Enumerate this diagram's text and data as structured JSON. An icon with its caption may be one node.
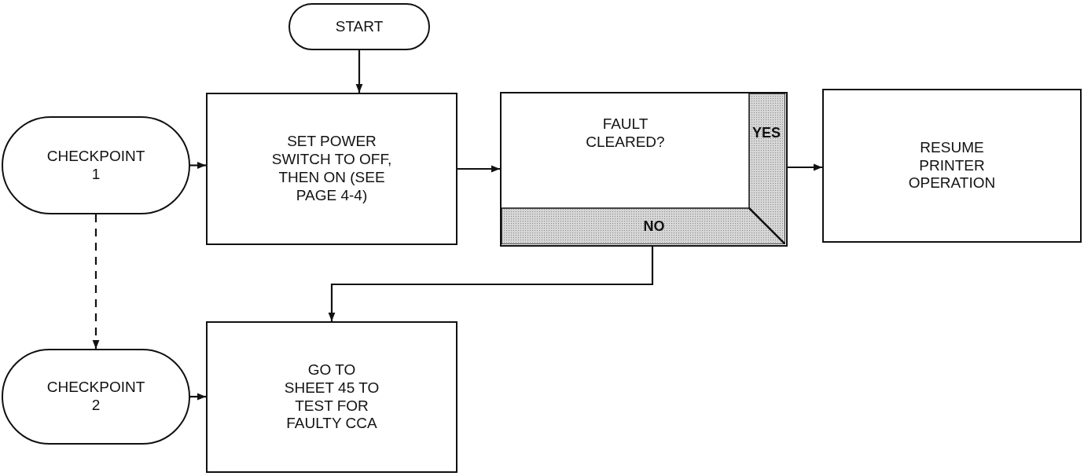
{
  "diagram": {
    "nodes": [
      {
        "text": [
          "START"
        ]
      },
      {
        "text": [
          "CHECKPOINT 1"
        ]
      },
      {
        "text": [
          "SET POWER SWITCH TO OFF, THEN ON (SEE PAGE 4-4)"
        ]
      },
      {
        "text": [
          "FAULT CLEARED?",
          "YES",
          "NO"
        ]
      },
      {
        "text": [
          "RESUME PRINTER OPERATION"
        ]
      },
      {
        "text": [
          "CHECKPOINT 2"
        ]
      },
      {
        "text": [
          "GO TO SHEET 45 TO TEST FOR FAULTY CCA"
        ]
      }
    ],
    "edges": [
      {
        "from": 0,
        "to": 2,
        "arrow": "to"
      },
      {
        "from": 1,
        "to": 2,
        "arrow": "to"
      },
      {
        "from": 2,
        "to": 3,
        "arrow": "to"
      },
      {
        "from": 3,
        "to": 4,
        "arrow": "to"
      },
      {
        "from": 3,
        "to": 6,
        "arrow": "to"
      },
      {
        "from": 1,
        "to": 5,
        "arrow": "to",
        "style": "dashed"
      },
      {
        "from": 5,
        "to": 6,
        "arrow": "to"
      }
    ]
  }
}
